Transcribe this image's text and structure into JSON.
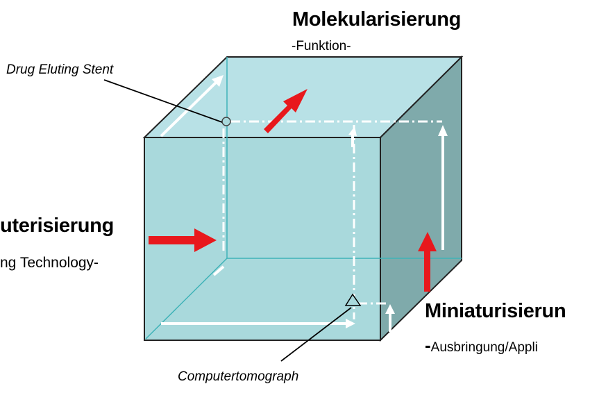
{
  "labels": {
    "molekular_title": "Molekularisierung",
    "molekular_sub": "-Funktion-",
    "computer_title": "uterisierung",
    "computer_sub": "ng Technology-",
    "miniatur_title": "Miniaturisierun",
    "miniatur_sub_dash": "-",
    "miniatur_sub": "Ausbringung/Appli",
    "drug_stent": "Drug Eluting Stent",
    "ct": "Computertomograph"
  },
  "colors": {
    "front": "#a9d9dc",
    "top": "#b8e1e6",
    "side": "#7faaab",
    "arrow_red": "#e8181c",
    "arrow_white": "#ffffff"
  }
}
